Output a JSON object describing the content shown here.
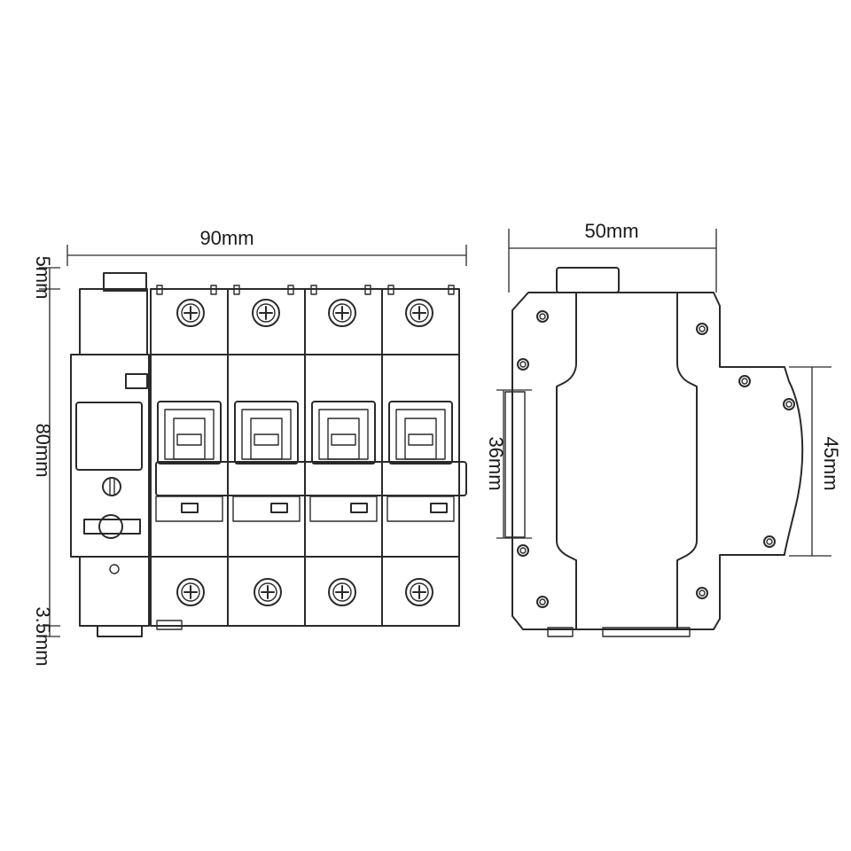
{
  "front_view": {
    "width_label": "90mm",
    "top_offset_label": "5mm",
    "height_label": "80mm",
    "bottom_offset_label": "3.5mm"
  },
  "side_view": {
    "depth_label": "50mm",
    "rail_label": "36mm",
    "front_height_label": "45mm"
  },
  "colors": {
    "line": "#2a2a2a",
    "background": "#ffffff"
  }
}
